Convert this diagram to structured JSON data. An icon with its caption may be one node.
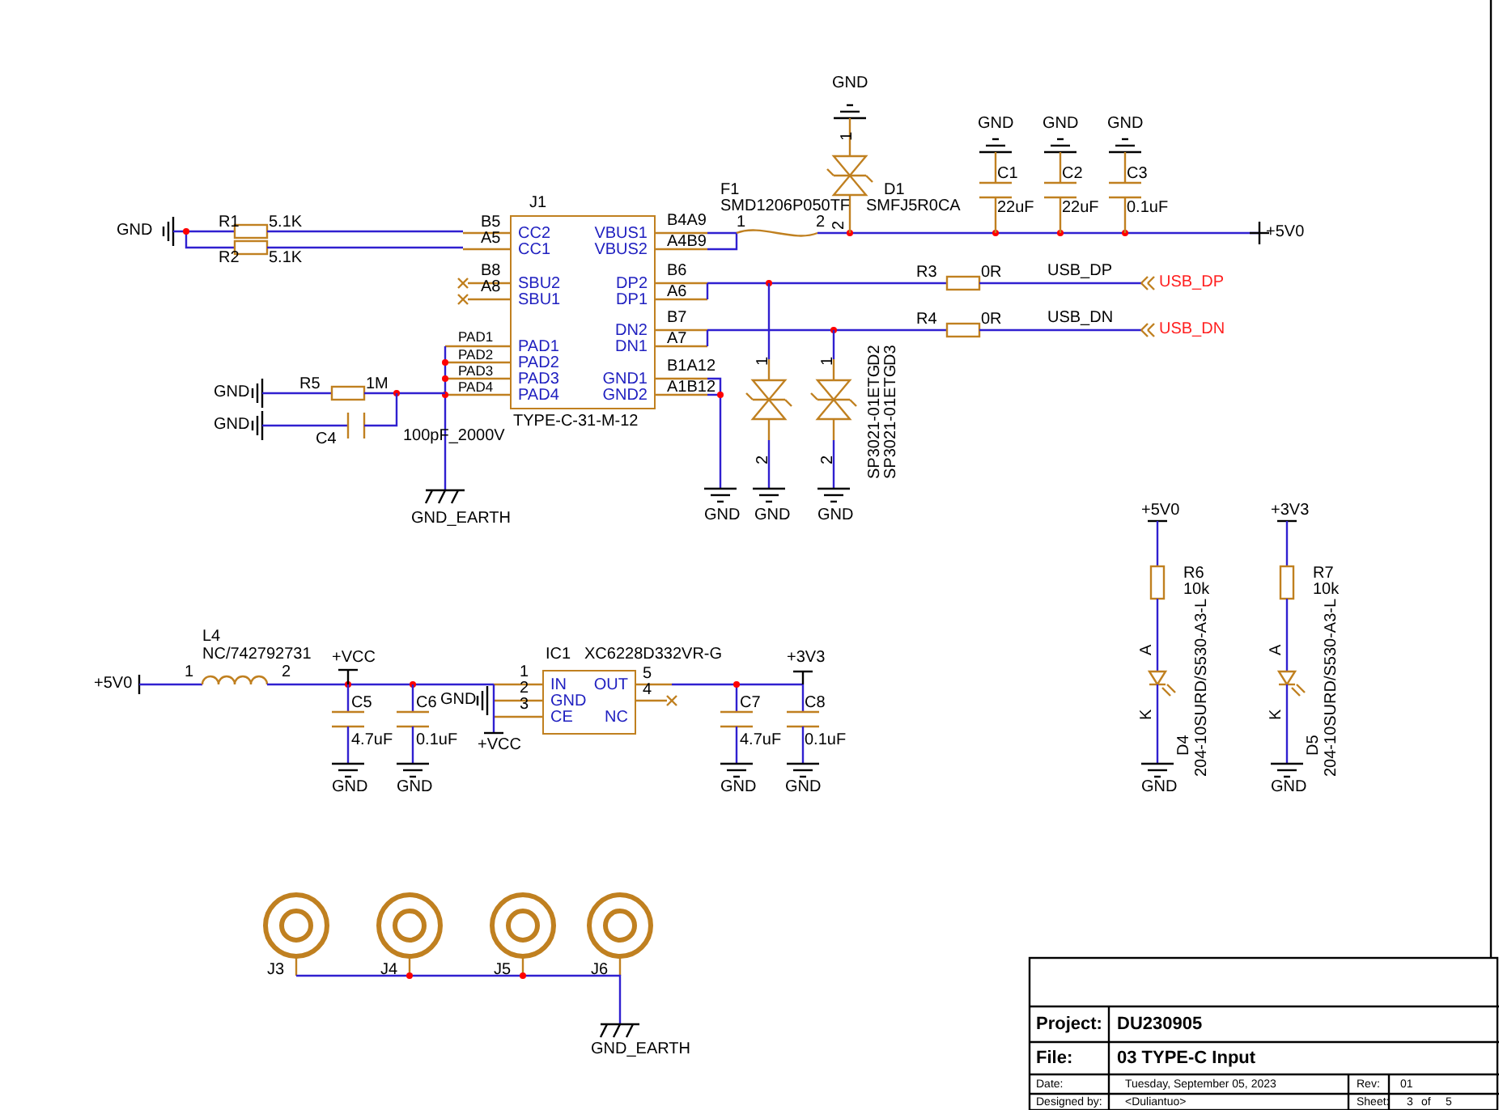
{
  "diagram": {
    "nodes": [
      {
        "text": [
          "J1",
          "CC2",
          "CC1",
          "SBU2",
          "SBU1",
          "PAD1",
          "PAD2",
          "PAD3",
          "PAD4",
          "VBUS1",
          "VBUS2",
          "DP2",
          "DP1",
          "DN2",
          "DN1",
          "GND1",
          "GND2"
        ],
        "beside": [
          "TYPE-C-31-M-12"
        ]
      },
      {
        "text": [
          "IC1",
          "IN",
          "GND",
          "CE",
          "OUT",
          "NC"
        ],
        "beside": [
          "XC6228D332VR-G"
        ]
      }
    ],
    "labels": [
      "GND",
      "R1",
      "5.1K",
      "R2",
      "5.1K",
      "B5",
      "A5",
      "B8",
      "A8",
      "PAD1",
      "PAD2",
      "PAD3",
      "GND",
      "R5",
      "1M",
      "PAD4",
      "GND",
      "C4",
      "100pF_2000V",
      "GND_EARTH",
      "B4A9",
      "A4B9",
      "B6",
      "A6",
      "B7",
      "A7",
      "B1A12",
      "A1B12",
      "F1",
      "SMD1206P050TF",
      "1",
      "2",
      "GND",
      "1",
      "D1",
      "SMFJ5R0CA",
      "2",
      "GND",
      "GND",
      "GND",
      "C1",
      "C2",
      "C3",
      "22uF",
      "22uF",
      "0.1uF",
      "+5V0",
      "R3",
      "0R",
      "USB_DP",
      "USB_DP",
      "R4",
      "0R",
      "USB_DN",
      "USB_DN",
      "1",
      "2",
      "1",
      "2",
      "D2",
      "SP3021-01ETG",
      "D3",
      "SP3021-01ETG",
      "GND",
      "GND",
      "GND",
      "+5V0",
      "+3V3",
      "R6",
      "10k",
      "R7",
      "10k",
      "A",
      "K",
      "A",
      "K",
      "D4",
      "204-10SURD/S530-A3-L",
      "D5",
      "204-10SURD/S530-A3-L",
      "GND",
      "GND",
      "+5V0",
      "1",
      "L4",
      "NC/742792731",
      "2",
      "+VCC",
      "C5",
      "4.7uF",
      "C6",
      "0.1uF",
      "GND",
      "+VCC",
      "1",
      "2",
      "3",
      "5",
      "4",
      "+3V3",
      "C7",
      "4.7uF",
      "C8",
      "0.1uF",
      "GND",
      "GND",
      "GND",
      "GND",
      "J3",
      "J4",
      "J5",
      "J6",
      "GND_EARTH",
      "Project:",
      "DU230905",
      "File:",
      "03 TYPE-C Input",
      "Date:",
      "Tuesday, September 05, 2023",
      "Rev:",
      "01",
      "Designed by:",
      "<Duliantuo>",
      "Sheet:",
      "3",
      "of",
      "5"
    ]
  }
}
